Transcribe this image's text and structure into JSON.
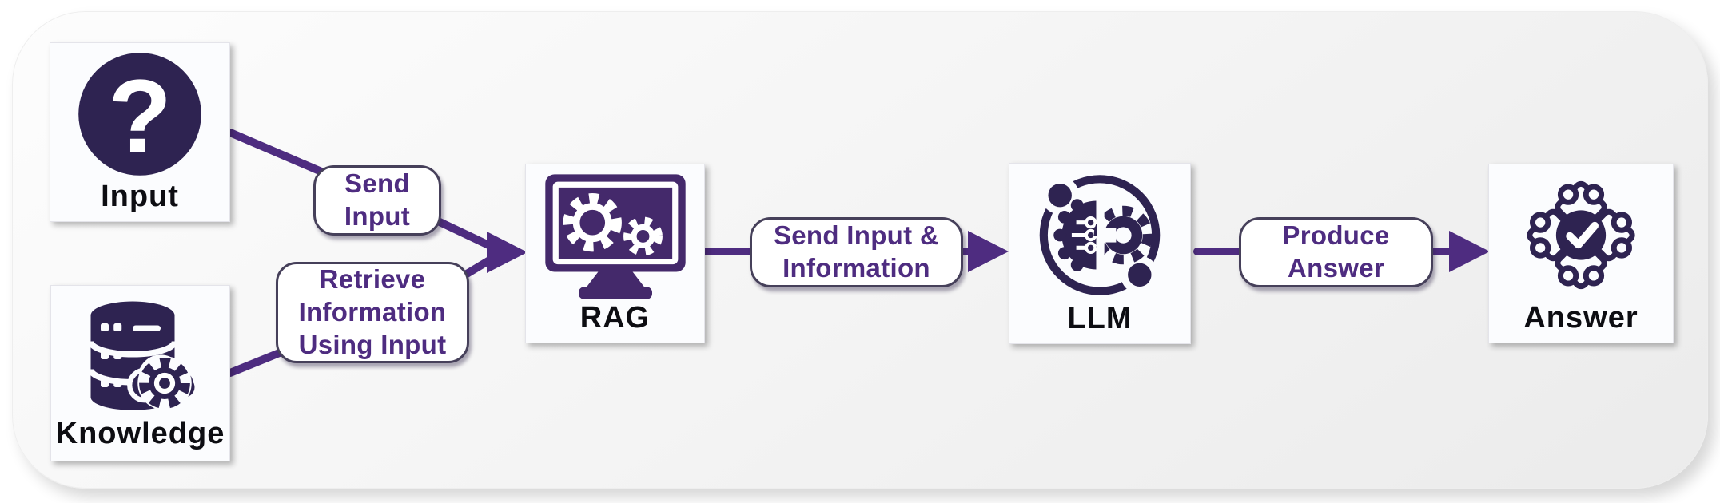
{
  "diagram_type": "flowchart",
  "colors": {
    "accent_purple": "#4e2c80",
    "icon_navy": "#2e2351",
    "rag_icon_purple": "#44296b",
    "pill_border": "#46405a",
    "pill_text": "#4e2c80",
    "card_background": "#fbfcfe",
    "panel_background": "#f2f2f2",
    "node_label_color": "#0d0d12"
  },
  "icons": {
    "question_glyph": "?"
  },
  "nodes": [
    {
      "id": "input",
      "label": "Input",
      "icon": "question-icon"
    },
    {
      "id": "knowledge",
      "label": "Knowledge",
      "icon": "database-gear-icon"
    },
    {
      "id": "rag",
      "label": "RAG",
      "icon": "monitor-gears-icon"
    },
    {
      "id": "llm",
      "label": "LLM",
      "icon": "brain-gear-icon"
    },
    {
      "id": "answer",
      "label": "Answer",
      "icon": "puzzle-check-icon"
    }
  ],
  "edges": [
    {
      "from": "input",
      "to": "rag",
      "label": "Send\nInput"
    },
    {
      "from": "knowledge",
      "to": "rag",
      "label": "Retrieve\nInformation\nUsing Input"
    },
    {
      "from": "rag",
      "to": "llm",
      "label": "Send Input &\nInformation"
    },
    {
      "from": "llm",
      "to": "answer",
      "label": "Produce\nAnswer"
    }
  ]
}
